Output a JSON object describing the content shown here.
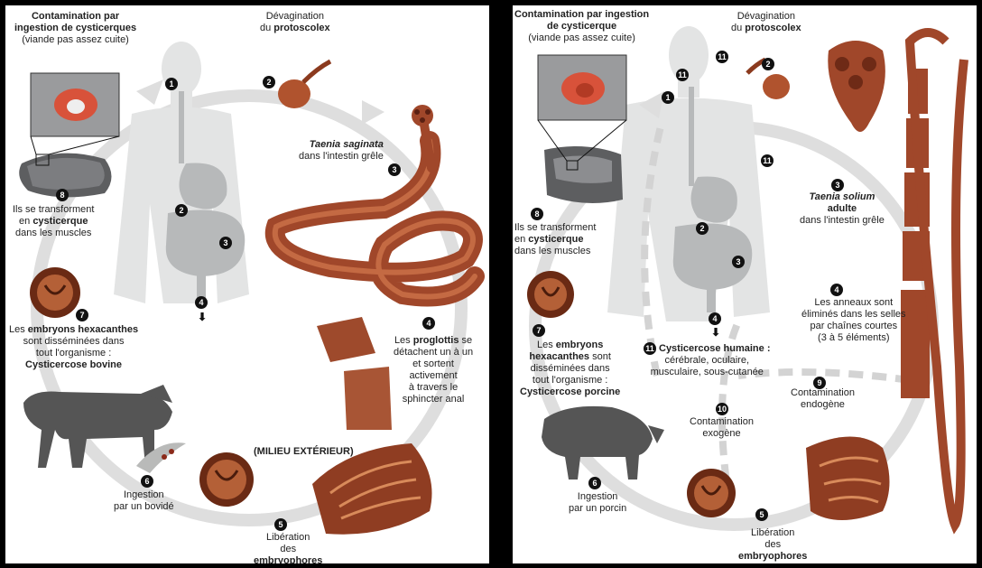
{
  "left": {
    "contamination": [
      "Contamination par",
      "ingestion de cysticerques",
      "(viande pas assez cuite)"
    ],
    "devagination": [
      "Dévagination",
      "du ",
      "protoscolex"
    ],
    "adult": [
      "Taenia saginata",
      "dans l'intestin grêle"
    ],
    "step4": [
      "Les ",
      "proglottis",
      " se",
      "détachent un à un",
      "et sortent",
      "activement",
      "à travers le",
      "sphincter anal"
    ],
    "milieu": "(MILIEU EXTÉRIEUR)",
    "step5": [
      "Libération",
      "des",
      "embryophores"
    ],
    "step6": [
      "Ingestion",
      "par un bovidé"
    ],
    "step7": [
      "Les ",
      "embryons hexacanthes",
      "sont disséminées dans",
      "tout l'organisme :",
      "Cysticercose bovine"
    ],
    "step8": [
      "Ils se transforment",
      "en ",
      "cysticerque",
      "dans les muscles"
    ],
    "numbers": [
      "1",
      "2",
      "3",
      "4",
      "5",
      "6",
      "7",
      "8",
      "2",
      "3",
      "4"
    ],
    "down_arrow": "⬇"
  },
  "right": {
    "contamination": [
      "Contamination par ingestion",
      "de cysticerque",
      "(viande pas assez cuite)"
    ],
    "devagination": [
      "Dévagination",
      "du ",
      "protoscolex"
    ],
    "adult": [
      "Taenia solium",
      "adulte",
      "dans l'intestin grêle"
    ],
    "step4": [
      "Les anneaux sont",
      "éliminés dans les selles",
      "par chaînes courtes",
      "(3 à 5 éléments)"
    ],
    "step5": [
      "Libération",
      "des",
      "embryophores"
    ],
    "step6": [
      "Ingestion",
      "par un porcin"
    ],
    "step7": [
      "Les ",
      "embryons",
      "hexacanthes",
      " sont",
      "disséminées dans",
      "tout l'organisme :",
      "Cysticercose porcine"
    ],
    "step8": [
      "Ils se transforment",
      "en ",
      "cysticerque",
      "dans les muscles"
    ],
    "step9": [
      "Contamination",
      "endogène"
    ],
    "step10": [
      "Contamination",
      "exogène"
    ],
    "step11": [
      "Cysticercose humaine :",
      "cérébrale, oculaire,",
      "musculaire, sous-cutanée"
    ],
    "numbers": [
      "1",
      "2",
      "3",
      "4",
      "5",
      "6",
      "7",
      "8",
      "9",
      "10",
      "11",
      "11",
      "11",
      "11",
      "2",
      "3",
      "4"
    ],
    "down_arrow": "⬇"
  },
  "colors": {
    "worm": "#a0472a",
    "worm_dark": "#6e2a16",
    "body": "#d9dada",
    "cycle": "#dadada",
    "animal": "#555555"
  }
}
